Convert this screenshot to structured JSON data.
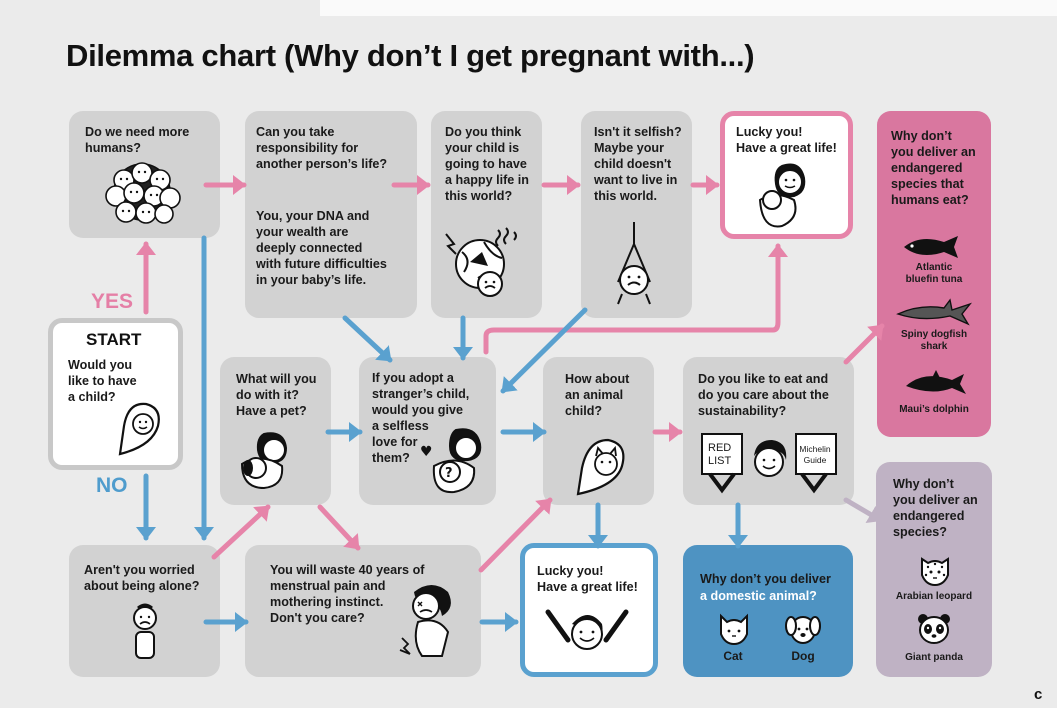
{
  "title": "Dilemma chart (Why don’t I get pregnant with...)",
  "corner_label": "c",
  "labels": {
    "yes": "YES",
    "no": "NO"
  },
  "colors": {
    "background": "#ebebeb",
    "box": "#d2d2d2",
    "pink": "#e684a9",
    "blue": "#5aa1cf",
    "mauve": "#bfb2c4",
    "pink_panel": "#d9779f",
    "blue_panel": "#4e93c2"
  },
  "nodes": {
    "start_title": "START",
    "start_question": "Would you\nlike to have\na child?",
    "more_humans": "Do we need more\nhumans?",
    "responsibility": "Can you take\nresponsibility for\nanother person’s life?",
    "dna": "You, your DNA and\nyour wealth are\ndeeply connected\nwith future difficulties\nin your baby’s life.",
    "happy_life": "Do you think\nyour child is\ngoing to have\na happy life in\nthis world?",
    "selfish": "Isn't it selfish?\nMaybe your\nchild doesn't\nwant to live in\nthis world.",
    "lucky_top": "Lucky you!\nHave a great life!",
    "endangered_eat": "Why don’t\nyou deliver an\nendangered\nspecies that\nhumans eat?",
    "what_will_you_do": "What will you\ndo with it?\nHave a pet?",
    "adopt": " If you adopt a\nstranger’s child,\nwould you give\n   a selfless\n   love for\nthem?",
    "animal_child": "How about\nan animal\nchild?",
    "sustainability": "Do you  like to eat and\ndo you care about the\nsustainability?",
    "endangered": "Why don’t\nyou deliver an\nendangered\nspecies?",
    "alone": "Aren't you worried\nabout being alone?",
    "waste": "You will waste 40 years of\nmenstrual pain and\nmothering  instinct.\nDon't you care?",
    "lucky_bottom": "Lucky you!\nHave a great life!",
    "domestic_prefix": "Why don’t you deliver",
    "domestic_bold": "a domestic animal?"
  },
  "species": {
    "tuna": "Atlantic\nbluefin tuna",
    "shark": "Spiny dogfish\nshark",
    "dolphin": "Maui’s dolphin",
    "leopard": "Arabian leopard",
    "panda": "Giant panda",
    "cat": "Cat",
    "dog": "Dog"
  },
  "signs": {
    "red_list": "RED\nLIST",
    "michelin": "Michelin\nGuide"
  }
}
